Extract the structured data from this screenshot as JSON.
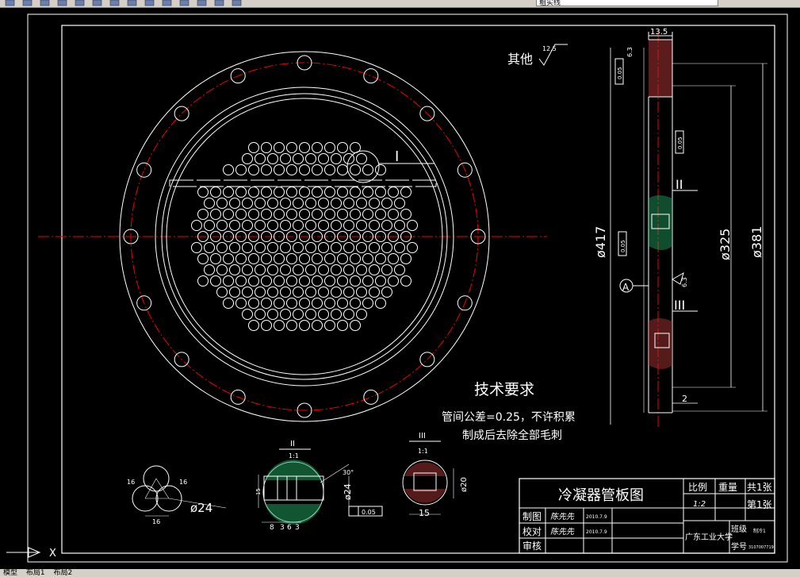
{
  "toolbar": {
    "buttons": [
      "undo-icon",
      "redo-icon",
      "copy-icon",
      "paste-icon",
      "match-icon",
      "pan-icon",
      "zoom-realtime-icon",
      "zoom-window-icon",
      "zoom-previous-icon",
      "properties-icon",
      "design-center-icon",
      "tool-palette-icon",
      "layer-icon",
      "layer-state-icon"
    ],
    "layer_name": "粗实线"
  },
  "title_block": {
    "drawing_title": "冷凝器管板图",
    "scale_label": "比例",
    "scale_value": "1:2",
    "weight_label": "重量",
    "sheet_total": "共1张",
    "sheet_index": "第1张",
    "drawn_label": "制图",
    "drawn_by": "陈先先",
    "drawn_date": "2010.7.9",
    "check_label": "校对",
    "check_by": "陈先先",
    "check_date": "2010.7.9",
    "review_label": "审核",
    "school": "广东工业大学",
    "class_label": "班级",
    "class_value": "制冷1",
    "student_no_label": "学号",
    "student_no": "3107007719"
  },
  "notes": {
    "heading": "技术要求",
    "line1": "管间公差=0.25，不许积累",
    "line2": "制成后去除全部毛刺",
    "other_label": "其他",
    "other_roughness": "12.5"
  },
  "dimensions": {
    "d417": "ø417",
    "d325": "ø325",
    "d381": "ø381",
    "t135": "13.5",
    "gap2": "2",
    "ra63": "6.3",
    "ra63b": "6.3",
    "tol_flat": "0.05",
    "tol_perp": "0.05",
    "tol_par": "0.05",
    "datum_a": "A",
    "view_ii": "II",
    "view_iii": "III",
    "view_i": "I",
    "d24": "ø24",
    "d24b": "ø24",
    "dim16a": "16",
    "dim16b": "16",
    "dim16c": "16",
    "angle30": "30°",
    "ii_title": "II",
    "ii_scale": "1:1",
    "iii_title": "III",
    "iii_scale": "1:1",
    "ii_dims": [
      "8",
      "3",
      "6",
      "3"
    ],
    "ii_depth": "15",
    "iii_width": "15",
    "iii_dia": "ø20",
    "ii_tol": "0.05"
  },
  "status": {
    "tabs": [
      "模型",
      "布局1",
      "布局2"
    ],
    "axis_x": "X"
  }
}
